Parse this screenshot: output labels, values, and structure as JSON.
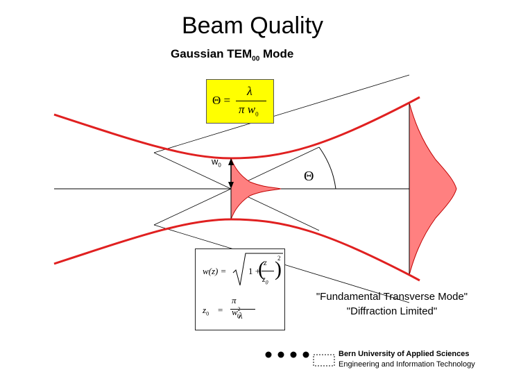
{
  "title": "Beam Quality",
  "subtitle": {
    "main": "Gaussian TEM",
    "sub": "00",
    "suffix": " Mode"
  },
  "formula1": {
    "lhs": "Θ =",
    "numerator": "λ",
    "denominator": "π w",
    "den_sub": "0"
  },
  "formula2": {
    "lhs": "w(z) =",
    "one_plus": "1 +",
    "num": "z",
    "den": "z",
    "den_sub": "0",
    "exponent": "2",
    "z0_lhs": "z",
    "z0_sub": "0",
    "z0_eq": "=",
    "z0_num": "π w",
    "z0_num_sub": "0",
    "z0_num_sup": "2",
    "z0_den": "λ"
  },
  "labels": {
    "w0": "w",
    "w0_sub": "0",
    "theta": "Θ"
  },
  "quote1": "\"Fundamental Transverse Mode\"",
  "quote2": "\"Diffraction Limited\"",
  "footer": {
    "line1": "Bern University of Applied Sciences",
    "line2": "Engineering and Information Technology"
  },
  "colors": {
    "beam": "#e02020",
    "profile_fill": "#ff8080",
    "box_highlight": "#ffff00"
  }
}
